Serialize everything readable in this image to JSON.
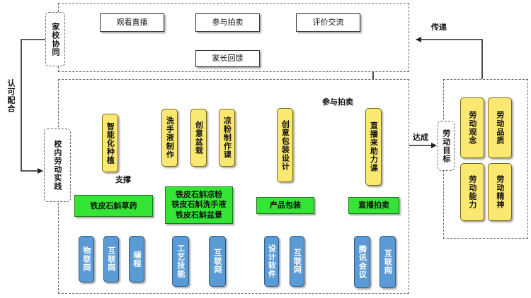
{
  "home_school": {
    "label": "家校协同",
    "watch_live": "观看直播",
    "join_auction": "参与拍卖",
    "review_exchange": "评价交流",
    "parent_feedback": "家长回馈"
  },
  "in_school": {
    "label": "校内劳动实践",
    "smart_planting": "智能化种植",
    "hand_sanitizer": "洗手液制作",
    "creative_bonsai": "创意盆栽",
    "grass_jelly": "凉粉制作课",
    "creative_packaging": "创意包装设计",
    "live_help": "直播来助力课",
    "dendrobium_medicine": "铁皮石斛草药",
    "dendrobium_products": "铁皮石斛凉粉\n铁皮石斛洗手液\n铁皮石斛盆景",
    "product_packaging": "产品包装",
    "live_auction": "直播拍卖",
    "iot": "物联网",
    "internet_1": "互联网",
    "programming": "编程",
    "craft_skills": "工艺技能",
    "internet_2": "互联网",
    "design_software": "设计软件",
    "internet_3": "互联网",
    "tencent_meeting": "腾讯会议",
    "internet_4": "互联网"
  },
  "goals": {
    "label": "劳动目标",
    "concept": "劳动观念",
    "quality": "劳动品质",
    "ability": "劳动能力",
    "spirit": "劳动精神"
  },
  "edge_labels": {
    "recognize_cooperate": "认可配合",
    "transmit": "传递",
    "achieve": "达成",
    "support": "支撑",
    "join_auction": "参与拍卖"
  },
  "colors": {
    "activity_yellow": "#fbe870",
    "product_green": "#35e535",
    "support_blue": "#5b9bd5"
  }
}
